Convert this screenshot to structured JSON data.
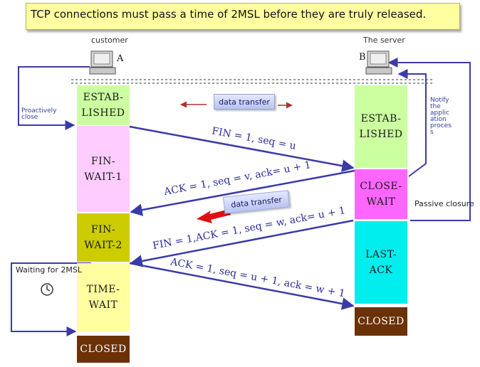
{
  "banner": "TCP connections must pass a time of 2MSL before they are truly released.",
  "client": {
    "title": "customer",
    "letter": "A"
  },
  "server": {
    "title": "The server",
    "letter": "B"
  },
  "client_states": [
    {
      "id": "estab",
      "lines": [
        "ESTAB-",
        "LISHED"
      ],
      "color": "#ccffa0"
    },
    {
      "id": "finwait1",
      "lines": [
        "FIN-",
        "WAIT-1"
      ],
      "color": "#ffccff"
    },
    {
      "id": "finwait2",
      "lines": [
        "FIN-",
        "WAIT-2"
      ],
      "color": "#cccc00"
    },
    {
      "id": "timewait",
      "lines": [
        "TIME-",
        "WAIT"
      ],
      "color": "#ffffa0"
    },
    {
      "id": "closed",
      "lines": [
        "CLOSED"
      ],
      "color": "#6b3208"
    }
  ],
  "server_states": [
    {
      "id": "estab",
      "lines": [
        "ESTAB-",
        "LISHED"
      ],
      "color": "#ccffa0"
    },
    {
      "id": "closewait",
      "lines": [
        "CLOSE-",
        "WAIT"
      ],
      "color": "#ff66ff"
    },
    {
      "id": "lastack",
      "lines": [
        "LAST-",
        "ACK"
      ],
      "color": "#00eeee"
    },
    {
      "id": "closed",
      "lines": [
        "CLOSED"
      ],
      "color": "#6b3208"
    }
  ],
  "labels": {
    "proactive": [
      "Proactively",
      "close"
    ],
    "notify": [
      "Notify",
      "the",
      "applic",
      "ation",
      "proces",
      "s"
    ],
    "passive": "Passive closure",
    "waiting": "Waiting for 2MSL",
    "data_transfer_1": "data transfer",
    "data_transfer_2": "data transfer"
  },
  "messages": [
    {
      "id": "fin1",
      "text": "FIN = 1, seq = u"
    },
    {
      "id": "ack1",
      "text": "ACK = 1, seq = v, ack= u + 1"
    },
    {
      "id": "fin2",
      "text": "FIN = 1,ACK = 1, seq = w, ack= u + 1"
    },
    {
      "id": "ack2",
      "text": "ACK = 1, seq = u + 1, ack = w + 1"
    }
  ],
  "colors": {
    "arrow": "#3a3aaa",
    "red_arrow": "#dd1111"
  }
}
